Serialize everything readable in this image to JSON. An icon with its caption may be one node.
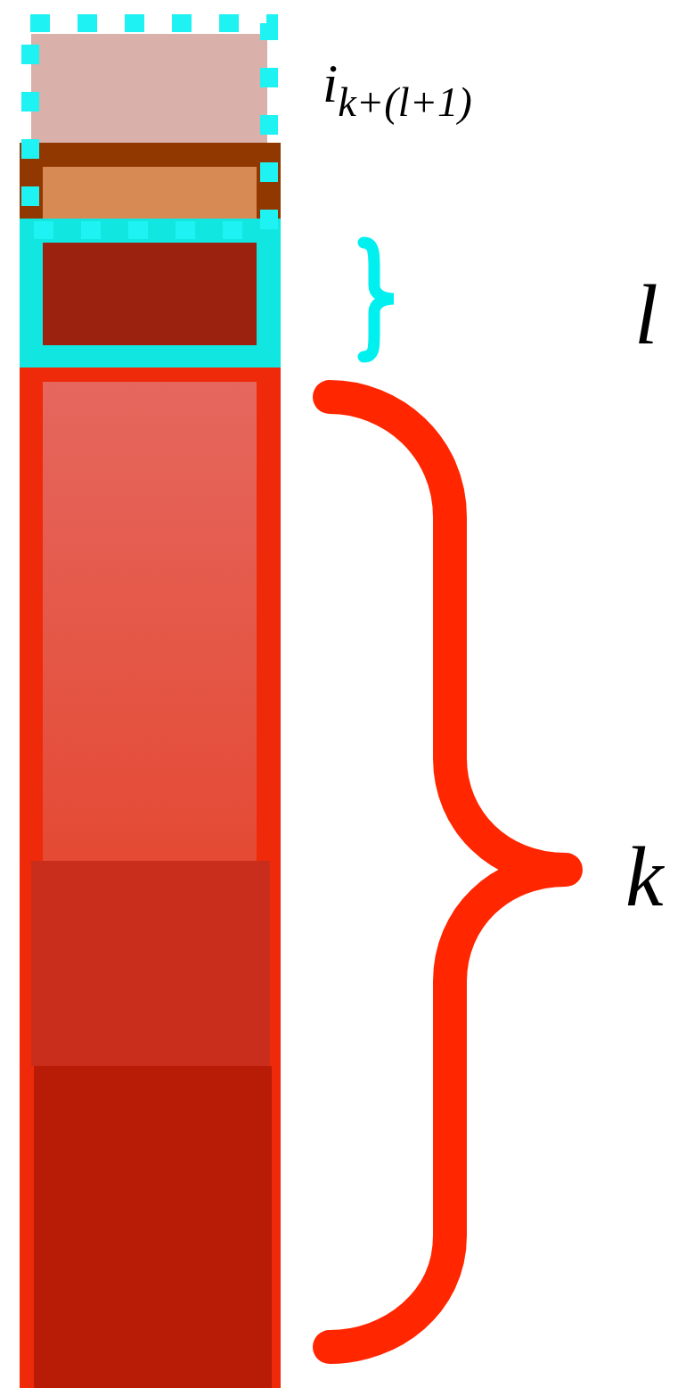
{
  "diagram": {
    "labels": [
      "i$_{k+(l+1)}$",
      "l",
      "k"
    ]
  }
}
